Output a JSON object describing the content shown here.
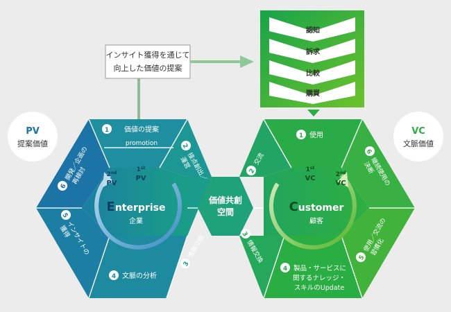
{
  "callout": {
    "line1": "インサイト獲得を通じて",
    "line2": "向上した価値の提案"
  },
  "funnel": {
    "items": [
      "認知",
      "訴求",
      "比較",
      "購買"
    ]
  },
  "pv_badge": {
    "title": "PV",
    "subtitle": "提案価値"
  },
  "vc_badge": {
    "title": "VC",
    "subtitle": "文脈価値"
  },
  "center": {
    "line1": "価値共創",
    "line2": "空間"
  },
  "enterprise": {
    "big_letter": "E",
    "name_rest": "nterprise",
    "jp": "企業",
    "pv1": "PV",
    "pv1_num": "1",
    "pv1_sup": "st",
    "pv2": "PV",
    "pv2_num": "2",
    "pv2_sup": "nd",
    "seg1": {
      "num": "1",
      "label": "価値の提案",
      "sub": "promotion"
    },
    "seg2": {
      "num": "2",
      "line1": "接点創出／",
      "line2": "運営"
    },
    "seg3": {
      "num": "3",
      "label": "情報交換"
    },
    "seg4": {
      "num": "4",
      "label": "文脈の分析"
    },
    "seg5": {
      "num": "5",
      "line1": "インサイトの",
      "line2": "獲得"
    },
    "seg6": {
      "num": "6",
      "line1": "開発／企画の",
      "line2": "再検討"
    }
  },
  "customer": {
    "big_letter": "C",
    "name_rest": "ustomer",
    "jp": "顧客",
    "vc1": "VC",
    "vc1_num": "1",
    "vc1_sup": "st",
    "vc2": "VC",
    "vc2_num": "2",
    "vc2_sup": "nd",
    "seg1": {
      "num": "1",
      "label": "使用"
    },
    "seg2": {
      "num": "2",
      "label": "交流"
    },
    "seg3": {
      "num": "3",
      "label": "情報交換"
    },
    "seg4": {
      "num": "4",
      "line1": "製品・サービスに",
      "line2": "関するナレッジ・",
      "line3": "スキルのUpdate"
    },
    "seg5": {
      "num": "5",
      "line1": "使用／交流の",
      "line2": "習慣化"
    },
    "seg6": {
      "num": "6",
      "line1": "継続使用の",
      "line2": "決断"
    }
  },
  "colors": {
    "blue_dark": "#1a6d9e",
    "blue_mid": "#1f86a3",
    "teal": "#1a9a8a",
    "green_teal": "#22a467",
    "green": "#2cae46",
    "green_light": "#5cbb2e",
    "background": "#ececec"
  }
}
